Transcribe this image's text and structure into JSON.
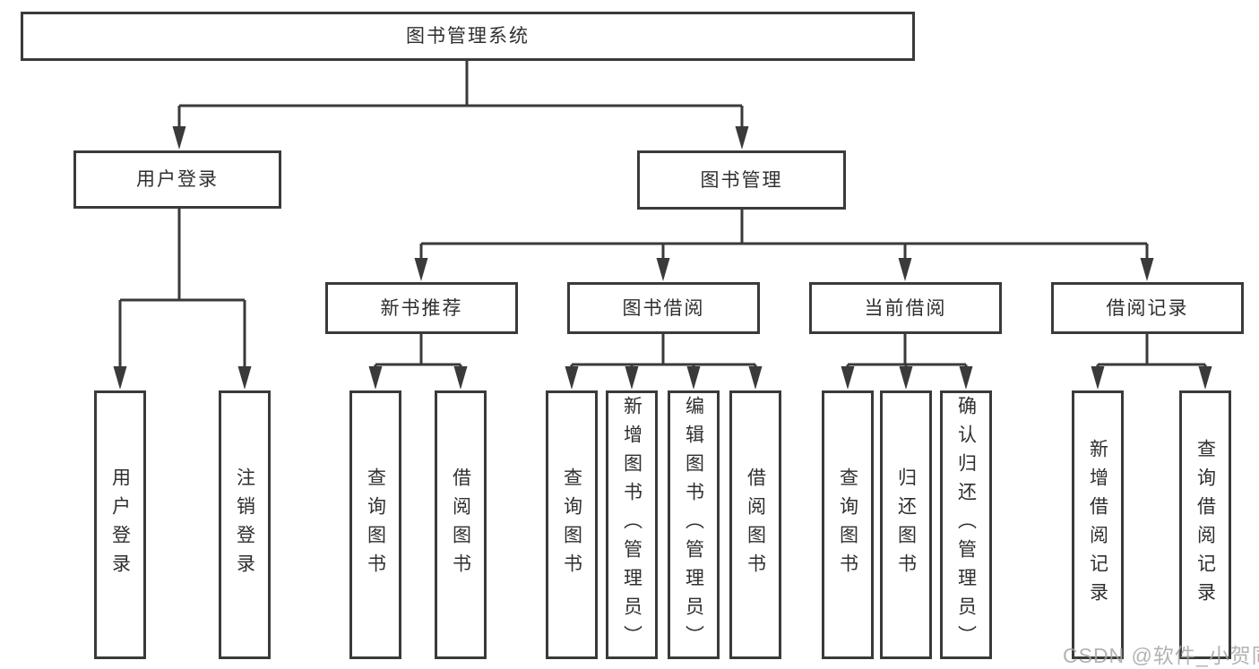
{
  "diagram": {
    "title": "图书管理系统",
    "level2": [
      {
        "label": "用户登录",
        "children": [
          {
            "label": "用户登录"
          },
          {
            "label": "注销登录"
          }
        ]
      },
      {
        "label": "图书管理",
        "children": [
          {
            "label": "新书推荐",
            "children": [
              {
                "label": "查询图书"
              },
              {
                "label": "借阅图书"
              }
            ]
          },
          {
            "label": "图书借阅",
            "children": [
              {
                "label": "查询图书"
              },
              {
                "label": "新增图书（管理员）"
              },
              {
                "label": "编辑图书（管理员）"
              },
              {
                "label": "借阅图书"
              }
            ]
          },
          {
            "label": "当前借阅",
            "children": [
              {
                "label": "查询图书"
              },
              {
                "label": "归还图书"
              },
              {
                "label": "确认归还（管理员）"
              }
            ]
          },
          {
            "label": "借阅记录",
            "children": [
              {
                "label": "新增借阅记录"
              },
              {
                "label": "查询借阅记录"
              }
            ]
          }
        ]
      }
    ]
  },
  "watermark": {
    "text": "CSDN @软件_小贺同学"
  },
  "colors": {
    "line": "#3a3a3a",
    "box_border": "#3a3a3a",
    "text": "#2f2f2f",
    "watermark": "#a6a6a6",
    "background": "#ffffff"
  }
}
